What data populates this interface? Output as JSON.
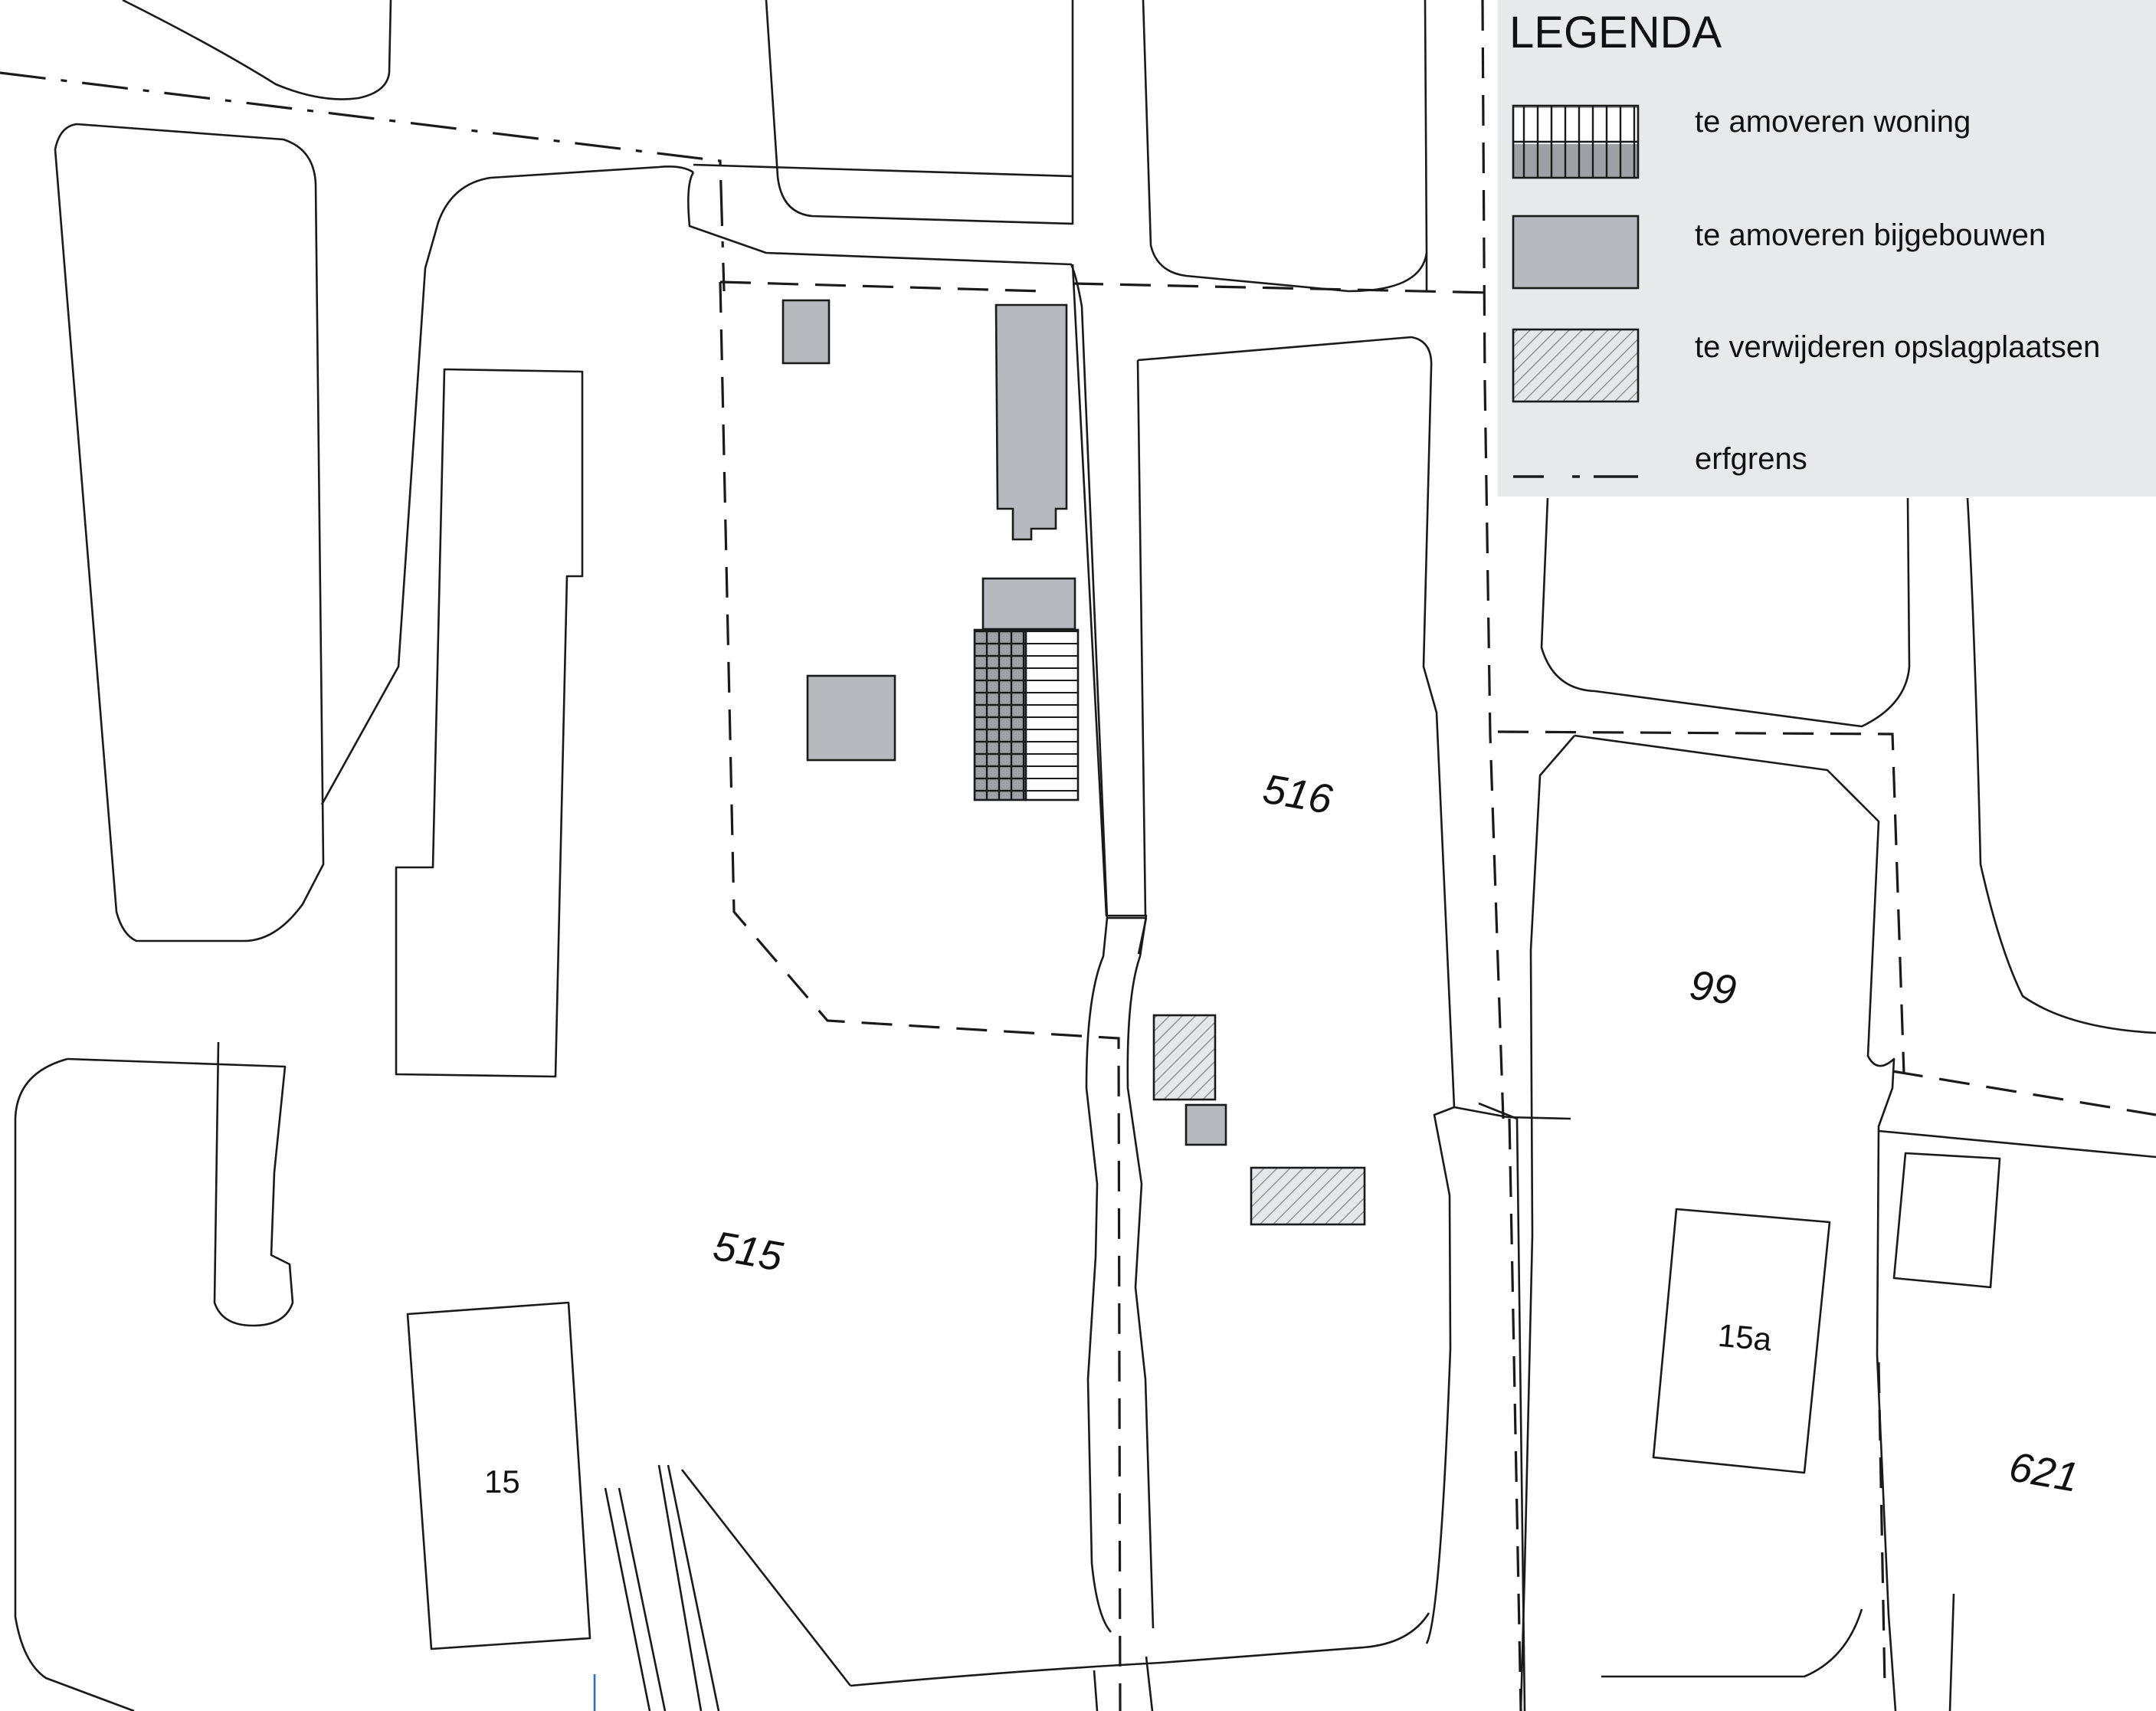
{
  "legend": {
    "title": "LEGENDA",
    "items": [
      {
        "label": "te amoveren woning",
        "symbol": "striped-house"
      },
      {
        "label": "te amoveren bijgebouwen",
        "symbol": "grey-fill"
      },
      {
        "label": "te verwijderen opslagplaatsen",
        "symbol": "hatched-fill"
      },
      {
        "label": "erfgrens",
        "symbol": "dash-dot-line"
      }
    ]
  },
  "parcels": {
    "p515": "515",
    "p516": "516",
    "p99": "99",
    "p621": "621"
  },
  "house_numbers": {
    "h15": "15",
    "h15a": "15a"
  },
  "colors": {
    "outbuilding_fill": "#b6b9bd",
    "legend_background": "#e8e9eb",
    "line": "#1a1a1a"
  }
}
